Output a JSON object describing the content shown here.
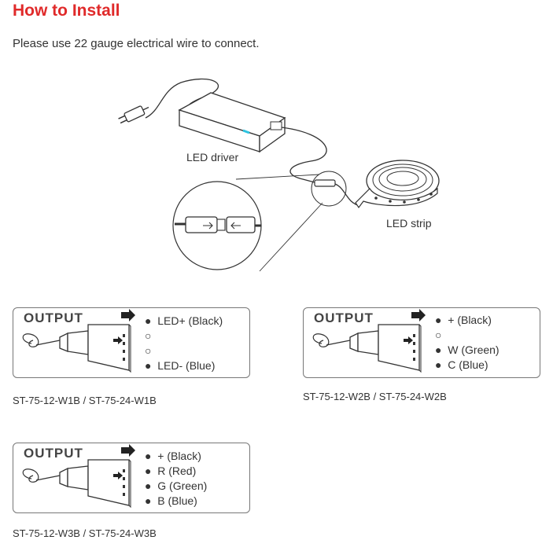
{
  "header": {
    "title": "How to Install",
    "instruction": "Please use 22 gauge electrical wire to connect."
  },
  "diagram": {
    "driver_label": "LED driver",
    "strip_label": "LED strip"
  },
  "outputs": [
    {
      "title": "OUTPUT",
      "pins": [
        {
          "bullet": "●",
          "text": "LED+ (Black)"
        },
        {
          "bullet": "○",
          "text": ""
        },
        {
          "bullet": "○",
          "text": ""
        },
        {
          "bullet": "●",
          "text": "LED-  (Blue)"
        }
      ],
      "models": "ST-75-12-W1B / ST-75-24-W1B"
    },
    {
      "title": "OUTPUT",
      "pins": [
        {
          "bullet": "●",
          "text": "+  (Black)"
        },
        {
          "bullet": "○",
          "text": ""
        },
        {
          "bullet": "●",
          "text": "W (Green)"
        },
        {
          "bullet": "●",
          "text": "C  (Blue)"
        }
      ],
      "models": "ST-75-12-W2B / ST-75-24-W2B"
    },
    {
      "title": "OUTPUT",
      "pins": [
        {
          "bullet": "●",
          "text": "+  (Black)"
        },
        {
          "bullet": "●",
          "text": "R  (Red)"
        },
        {
          "bullet": "●",
          "text": "G  (Green)"
        },
        {
          "bullet": "●",
          "text": "B  (Blue)"
        }
      ],
      "models": "ST-75-12-W3B / ST-75-24-W3B"
    }
  ],
  "colors": {
    "title": "#e02a2a",
    "line": "#333333",
    "indicator": "#2ec4e0"
  }
}
